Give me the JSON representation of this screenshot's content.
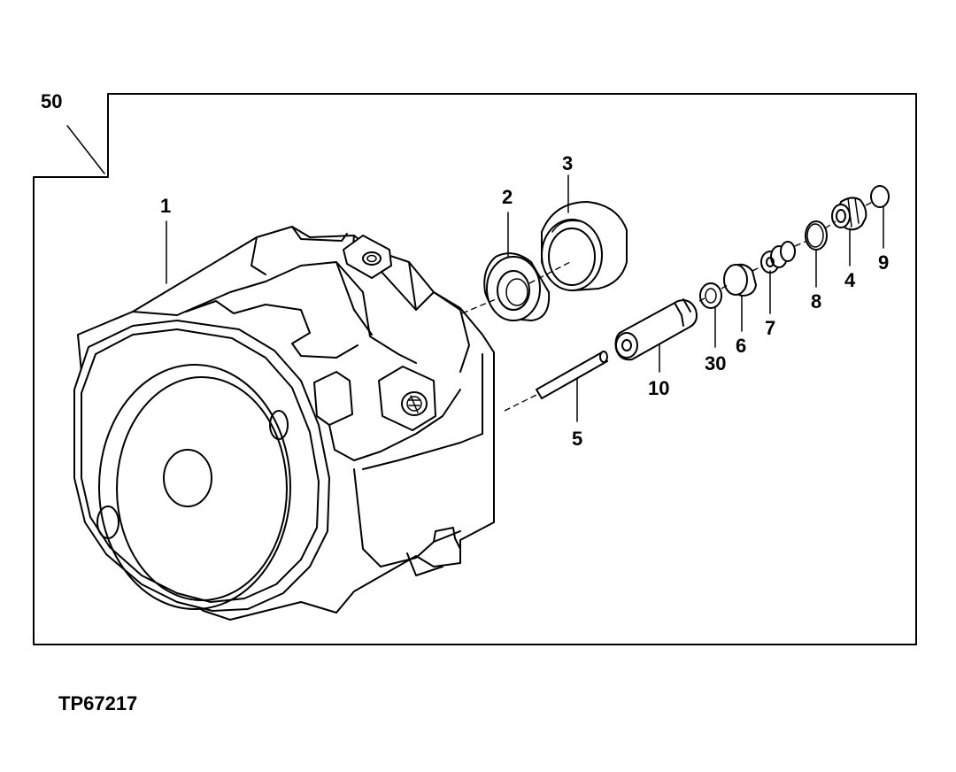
{
  "figure": {
    "reference": "50",
    "code": "TP67217"
  },
  "callouts": [
    {
      "id": "1",
      "text": "1"
    },
    {
      "id": "2",
      "text": "2"
    },
    {
      "id": "3",
      "text": "3"
    },
    {
      "id": "4",
      "text": "4"
    },
    {
      "id": "5",
      "text": "5"
    },
    {
      "id": "6",
      "text": "6"
    },
    {
      "id": "7",
      "text": "7"
    },
    {
      "id": "8",
      "text": "8"
    },
    {
      "id": "9",
      "text": "9"
    },
    {
      "id": "10",
      "text": "10"
    },
    {
      "id": "30",
      "text": "30"
    }
  ]
}
